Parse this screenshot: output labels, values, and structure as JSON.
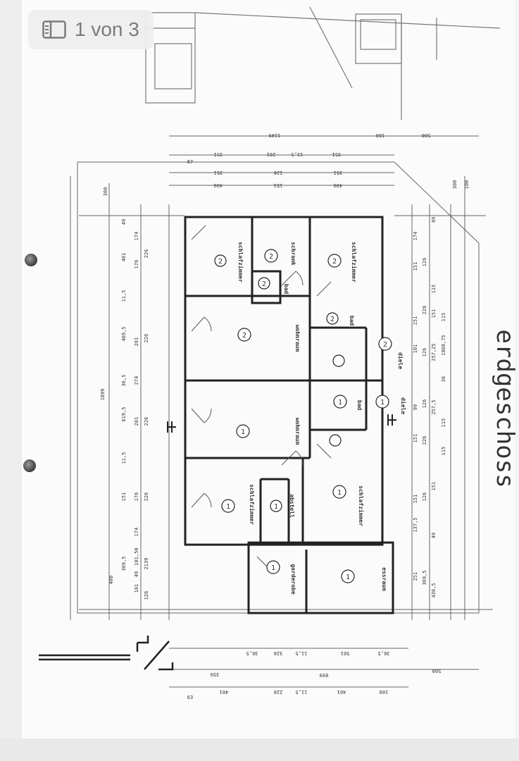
{
  "viewer": {
    "page_indicator": "1 von 3",
    "page_icon": "page-thumbnail-icon"
  },
  "plan": {
    "title": "erdgeschoss",
    "rooms": [
      {
        "label": "schlafzimmer",
        "unit": "2"
      },
      {
        "label": "schrank",
        "unit": "2"
      },
      {
        "label": "schlafzimmer",
        "unit": "2"
      },
      {
        "label": "bad",
        "unit": "2"
      },
      {
        "label": "wohnraum",
        "unit": "2"
      },
      {
        "label": "bad",
        "unit": "2"
      },
      {
        "label": "diele",
        "unit": "2"
      },
      {
        "label": "wohnraum",
        "unit": "1"
      },
      {
        "label": "bad",
        "unit": "1"
      },
      {
        "label": "diele",
        "unit": "1"
      },
      {
        "label": "schlafzimmer",
        "unit": "1"
      },
      {
        "label": "abstell",
        "unit": "1"
      },
      {
        "label": "schlafzimmer",
        "unit": "1"
      },
      {
        "label": "garderobe",
        "unit": "1"
      },
      {
        "label": "essraum",
        "unit": "1"
      }
    ],
    "dims_top_outer": [
      "1149",
      "100",
      "500"
    ],
    "dims_top_inner": [
      "351",
      "201",
      "11,5",
      "351"
    ],
    "dims_top_row3": [
      "351",
      "126",
      "351"
    ],
    "dims_top_row4": [
      "499",
      "151",
      "499"
    ],
    "dims_left_total": "1899",
    "dims_left_row": [
      "400",
      "369,5",
      "151",
      "11,5",
      "619,5",
      "36,5",
      "469,5",
      "11,5",
      "401",
      "49"
    ],
    "dims_left_row2": [
      "101",
      "49",
      "101,50",
      "174",
      "176",
      "201",
      "274",
      "201",
      "176",
      "174"
    ],
    "dims_left_row3": [
      "126",
      "2139",
      "226",
      "226",
      "226",
      "226"
    ],
    "dims_right_row": [
      "251",
      "137,5",
      "151",
      "151",
      "99",
      "101",
      "151",
      "151",
      "174"
    ],
    "dims_right_row2": [
      "369,5",
      "126",
      "226",
      "126",
      "126",
      "226",
      "126"
    ],
    "dims_right_row3": [
      "430,5",
      "49",
      "151",
      "257,5",
      "151",
      "257,25",
      "115",
      "49"
    ],
    "dims_right_row4": [
      "115",
      "115",
      "36",
      "1868,75",
      "115"
    ],
    "dims_bottom_row": [
      "350",
      "326",
      "11,5",
      "36,5",
      "501",
      "36,5"
    ],
    "dims_bottom_row2": [
      "899",
      "500"
    ],
    "dims_bottom_row3": [
      "401",
      "226",
      "11,5",
      "401",
      "100"
    ],
    "dims_misc": [
      "300",
      "100",
      "67",
      "63",
      "300"
    ]
  }
}
